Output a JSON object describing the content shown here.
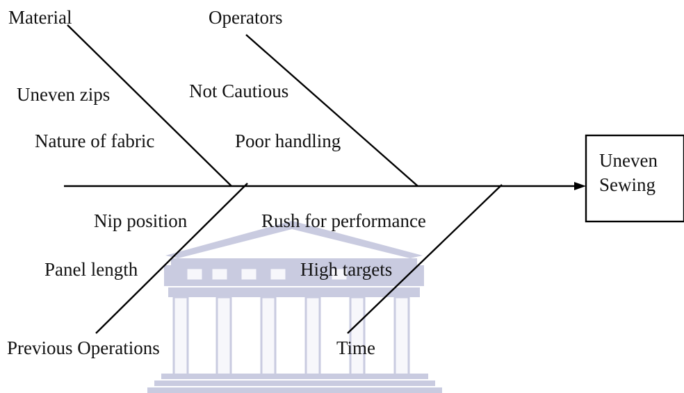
{
  "diagram": {
    "effect": {
      "line1": "Uneven",
      "line2": "Sewing"
    },
    "categories": {
      "material": "Material",
      "operators": "Operators",
      "previous_operations": "Previous Operations",
      "time": "Time"
    },
    "causes": {
      "uneven_zips": "Uneven zips",
      "nature_of_fabric": "Nature of fabric",
      "not_cautious": "Not Cautious",
      "poor_handling": "Poor handling",
      "nip_position": "Nip position",
      "panel_length": "Panel length",
      "rush_for_performance": "Rush for performance",
      "high_targets": "High targets"
    },
    "colors": {
      "line": "#000000",
      "text": "#111111",
      "watermark": "#c9cbe0"
    }
  }
}
